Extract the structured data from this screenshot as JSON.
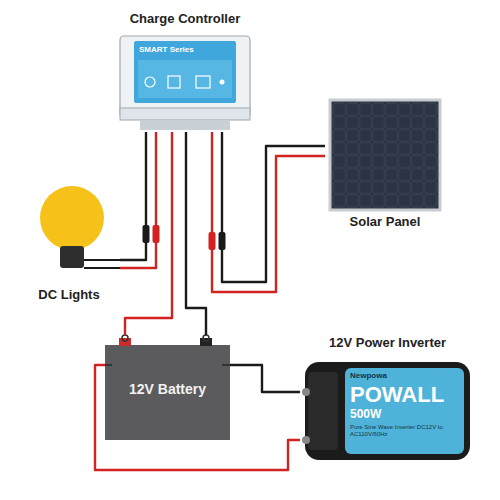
{
  "diagram": {
    "nodes": [
      {
        "text": [
          "Charge Controller"
        ]
      },
      {
        "text": [
          "Solar Panel"
        ]
      },
      {
        "text": [
          "DC Lights"
        ]
      },
      {
        "text": [
          "12V Battery"
        ]
      },
      {
        "text": [
          "12V Power Inverter",
          "Newpowa",
          "POWALL",
          "500W",
          "Pure Sine Wave Inverter DC12V to AC110V/60Hz"
        ]
      }
    ],
    "edges": [
      {
        "from": 0,
        "to": 1,
        "arrow": "none"
      },
      {
        "from": 0,
        "to": 2,
        "arrow": "none"
      },
      {
        "from": 0,
        "to": 3,
        "arrow": "none"
      },
      {
        "from": 3,
        "to": 4,
        "arrow": "none"
      }
    ],
    "labels": [
      "SMART Series"
    ]
  }
}
